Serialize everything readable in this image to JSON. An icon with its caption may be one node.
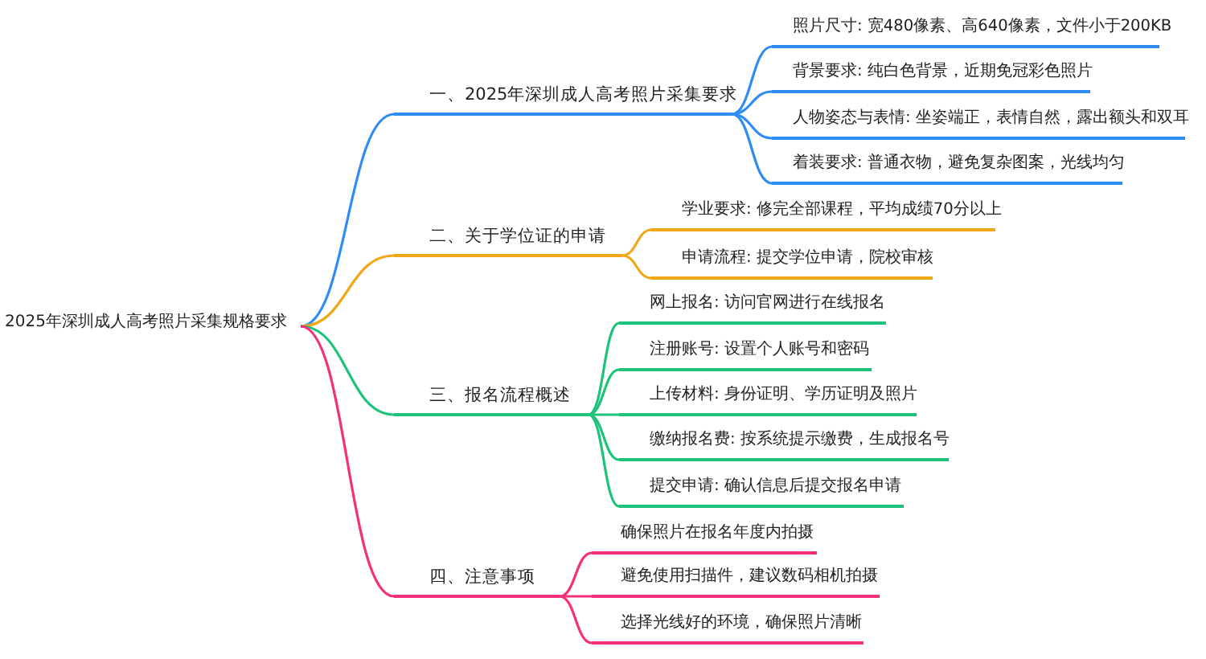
{
  "diagram": {
    "nodes": [
      {
        "text": [
          "2025年深圳成人高考照片采集规格要求"
        ]
      },
      {
        "text": [
          "一、2025年深圳成人高考照片采集要求"
        ]
      },
      {
        "text": [
          "照片尺寸: 宽480像素、高640像素，文件小于200KB"
        ]
      },
      {
        "text": [
          "背景要求: 纯白色背景，近期免冠彩色照片"
        ]
      },
      {
        "text": [
          "人物姿态与表情: 坐姿端正，表情自然，露出额头和双耳"
        ]
      },
      {
        "text": [
          "着装要求: 普通衣物，避免复杂图案，光线均匀"
        ]
      },
      {
        "text": [
          "二、关于学位证的申请"
        ]
      },
      {
        "text": [
          "学业要求: 修完全部课程，平均成绩70分以上"
        ]
      },
      {
        "text": [
          "申请流程: 提交学位申请，院校审核"
        ]
      },
      {
        "text": [
          "三、报名流程概述"
        ]
      },
      {
        "text": [
          "网上报名: 访问官网进行在线报名"
        ]
      },
      {
        "text": [
          "注册账号: 设置个人账号和密码"
        ]
      },
      {
        "text": [
          "上传材料: 身份证明、学历证明及照片"
        ]
      },
      {
        "text": [
          "缴纳报名费: 按系统提示缴费，生成报名号"
        ]
      },
      {
        "text": [
          "提交申请: 确认信息后提交报名申请"
        ]
      },
      {
        "text": [
          "四、注意事项"
        ]
      },
      {
        "text": [
          "确保照片在报名年度内拍摄"
        ]
      },
      {
        "text": [
          "避免使用扫描件，建议数码相机拍摄"
        ]
      },
      {
        "text": [
          "选择光线好的环境，确保照片清晰"
        ]
      }
    ],
    "edges": [
      {
        "from": 0,
        "to": 1,
        "arrow": "none",
        "color": "#2f8cf5"
      },
      {
        "from": 1,
        "to": 2,
        "arrow": "none",
        "color": "#2f8cf5"
      },
      {
        "from": 1,
        "to": 3,
        "arrow": "none",
        "color": "#2f8cf5"
      },
      {
        "from": 1,
        "to": 4,
        "arrow": "none",
        "color": "#2f8cf5"
      },
      {
        "from": 1,
        "to": 5,
        "arrow": "none",
        "color": "#2f8cf5"
      },
      {
        "from": 0,
        "to": 6,
        "arrow": "none",
        "color": "#f0a818"
      },
      {
        "from": 6,
        "to": 7,
        "arrow": "none",
        "color": "#f0a818"
      },
      {
        "from": 6,
        "to": 8,
        "arrow": "none",
        "color": "#f0a818"
      },
      {
        "from": 0,
        "to": 9,
        "arrow": "none"
      },
      {
        "from": 9,
        "to": 10,
        "arrow": "none"
      },
      {
        "from": 9,
        "to": 11,
        "arrow": "none"
      },
      {
        "from": 9,
        "to": 12,
        "arrow": "none"
      },
      {
        "from": 9,
        "to": 13,
        "arrow": "none"
      },
      {
        "from": 9,
        "to": 14,
        "arrow": "none"
      },
      {
        "from": 0,
        "to": 15,
        "arrow": "none",
        "color": "#f5307a"
      },
      {
        "from": 15,
        "to": 16,
        "arrow": "none",
        "color": "#f5307a"
      },
      {
        "from": 15,
        "to": 17,
        "arrow": "none",
        "color": "#f5307a"
      },
      {
        "from": 15,
        "to": 18,
        "arrow": "none",
        "color": "#f5307a"
      }
    ]
  }
}
